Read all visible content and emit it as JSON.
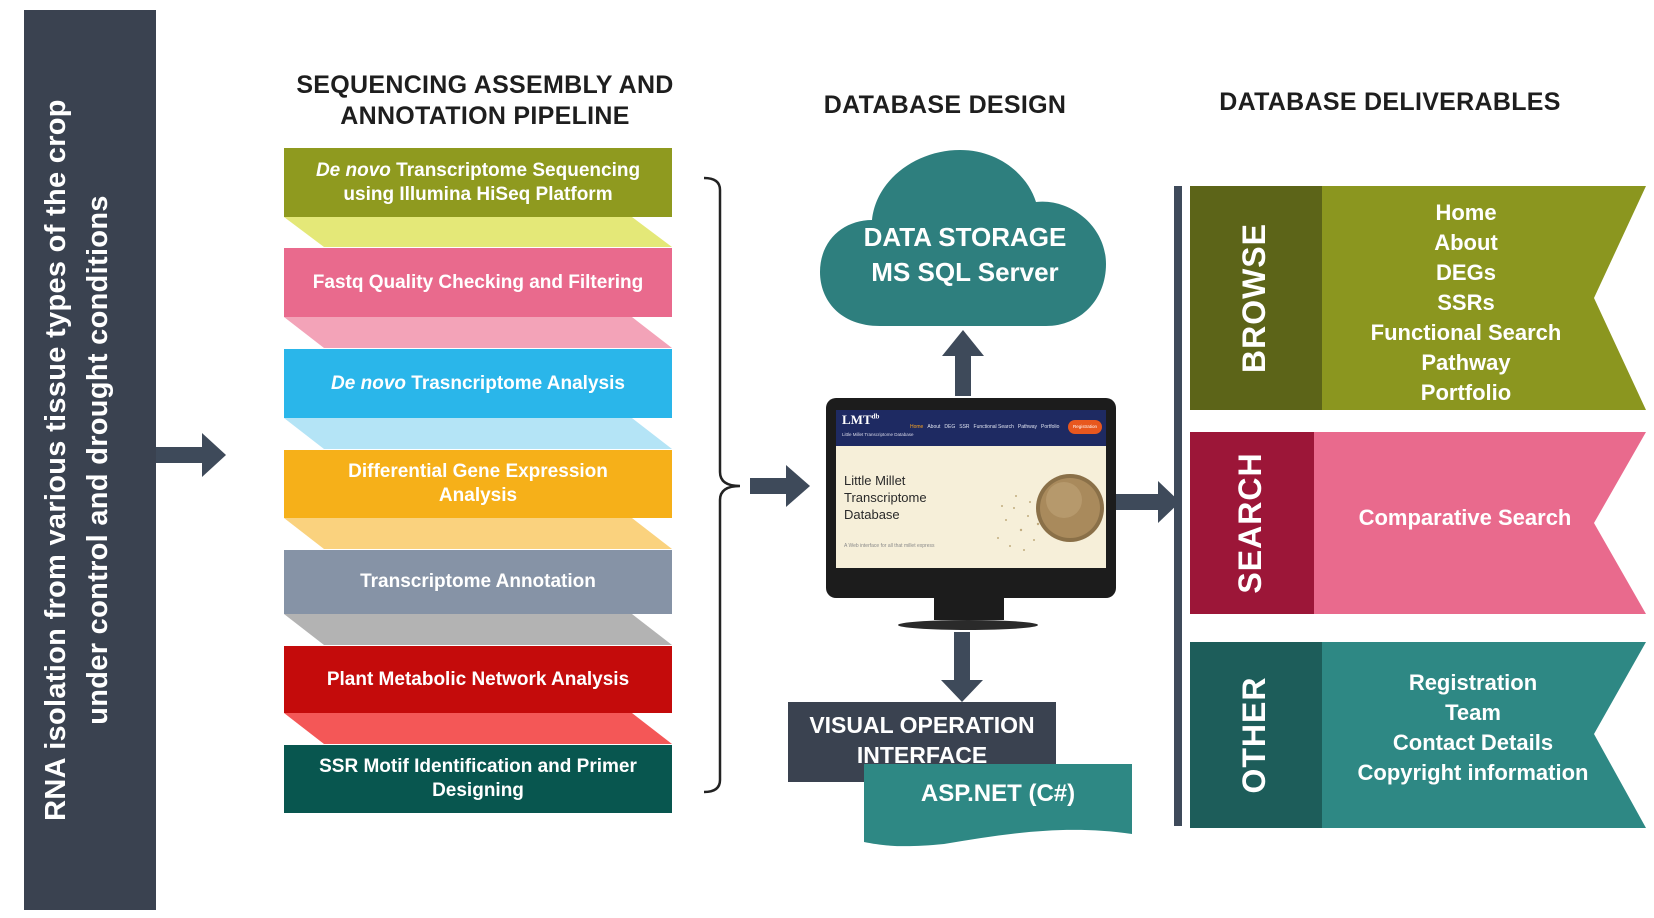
{
  "rna_panel": {
    "line1": "RNA isolation from various tissue types of the crop",
    "line2": "under control and drought conditions"
  },
  "pipeline": {
    "title_line1": "SEQUENCING ASSEMBLY AND",
    "title_line2": "ANNOTATION PIPELINE",
    "steps": [
      {
        "italic": "De novo",
        "rest": " Transcriptome Sequencing",
        "line2": "using Illumina HiSeq Platform",
        "color": "#8f9a1f",
        "band": "#e4e878"
      },
      {
        "italic": "",
        "rest": "Fastq Quality Checking and Filtering",
        "line2": "",
        "color": "#e96a8d",
        "band": "#f3a3b8"
      },
      {
        "italic": "De novo",
        "rest": " Trasncriptome Analysis",
        "line2": "",
        "color": "#2ab6ea",
        "band": "#b4e4f6"
      },
      {
        "italic": "",
        "rest": "Differential Gene Expression",
        "line2": "Analysis",
        "color": "#f6b019",
        "band": "#fad27e"
      },
      {
        "italic": "",
        "rest": "Transcriptome Annotation",
        "line2": "",
        "color": "#8693a6",
        "band": "#b3b3b3"
      },
      {
        "italic": "",
        "rest": "Plant Metabolic Network Analysis",
        "line2": "",
        "color": "#c40b0b",
        "band": "#f45757"
      },
      {
        "italic": "",
        "rest": "SSR Motif Identification and Primer",
        "line2": "Designing",
        "color": "#08564f",
        "band": ""
      }
    ]
  },
  "design": {
    "title": "DATABASE DESIGN",
    "cloud_line1": "DATA STORAGE",
    "cloud_line2": "MS SQL Server",
    "cloud_color": "#2e7f7e",
    "screen": {
      "logo": "LMT",
      "logo_sup": "db",
      "subtitle": "Little Millet Transcriptome Database",
      "nav": [
        "Home",
        "About",
        "DEG",
        "SSR",
        "Functional Search",
        "Pathway",
        "Portfolio"
      ],
      "nav_button": "Registration",
      "hero_line1": "Little Millet",
      "hero_line2": "Transcriptome",
      "hero_line3": "Database",
      "hero_caption": "A Web interface for all that millet express"
    },
    "visual_line1": "VISUAL OPERATION",
    "visual_line2": "INTERFACE",
    "aspnet": "ASP.NET (C#)"
  },
  "deliverables": {
    "title": "DATABASE DELIVERABLES",
    "groups": [
      {
        "label": "BROWSE",
        "items": [
          "Home",
          "About",
          "DEGs",
          "SSRs",
          "Functional Search",
          "Pathway",
          "Portfolio"
        ],
        "dark": "#5c6418",
        "light": "#8b961f"
      },
      {
        "label": "SEARCH",
        "items": [
          "Comparative Search"
        ],
        "dark": "#9c1638",
        "light": "#e96a8d"
      },
      {
        "label": "OTHER",
        "items": [
          "Registration",
          "Team",
          "Contact Details",
          "Copyright information"
        ],
        "dark": "#1d5d5a",
        "light": "#2e8884"
      }
    ]
  },
  "colors": {
    "arrow": "#3e4a5a",
    "panel": "#3a4250"
  }
}
